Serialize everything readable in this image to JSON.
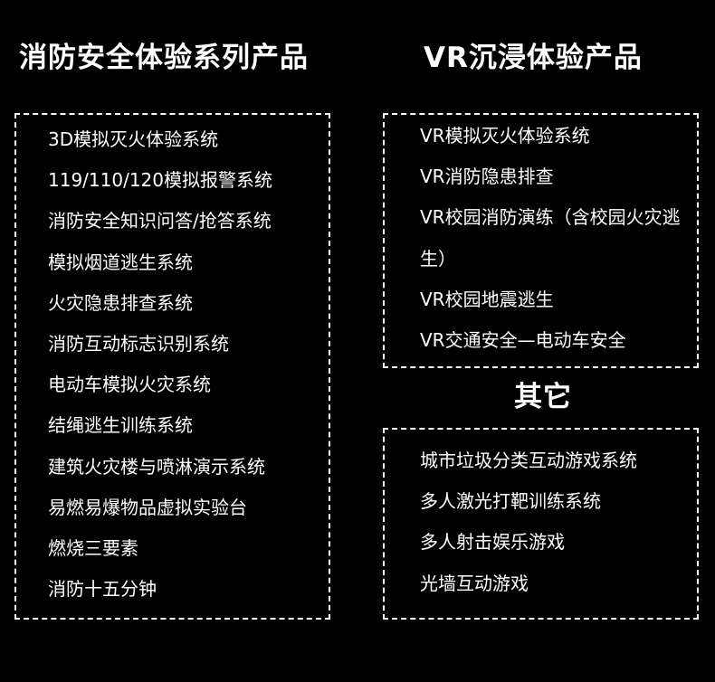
{
  "left": {
    "title": "消防安全体验系列产品",
    "items": [
      "3D模拟灭火体验系统",
      "119/110/120模拟报警系统",
      "消防安全知识问答/抢答系统",
      "模拟烟道逃生系统",
      "火灾隐患排查系统",
      "消防互动标志识别系统",
      "电动车模拟火灾系统",
      "结绳逃生训练系统",
      "建筑火灾楼与喷淋演示系统",
      "易燃易爆物品虚拟实验台",
      "燃烧三要素",
      "消防十五分钟"
    ]
  },
  "right": {
    "title": "VR沉浸体验产品",
    "items": [
      "VR模拟灭火体验系统",
      "VR消防隐患排查",
      "VR校园消防演练（含校园火灾逃生）",
      "VR校园地震逃生",
      "VR交通安全—电动车安全"
    ]
  },
  "other": {
    "title": "其它",
    "items": [
      "城市垃圾分类互动游戏系统",
      "多人激光打靶训练系统",
      "多人射击娱乐游戏",
      "光墙互动游戏"
    ]
  }
}
